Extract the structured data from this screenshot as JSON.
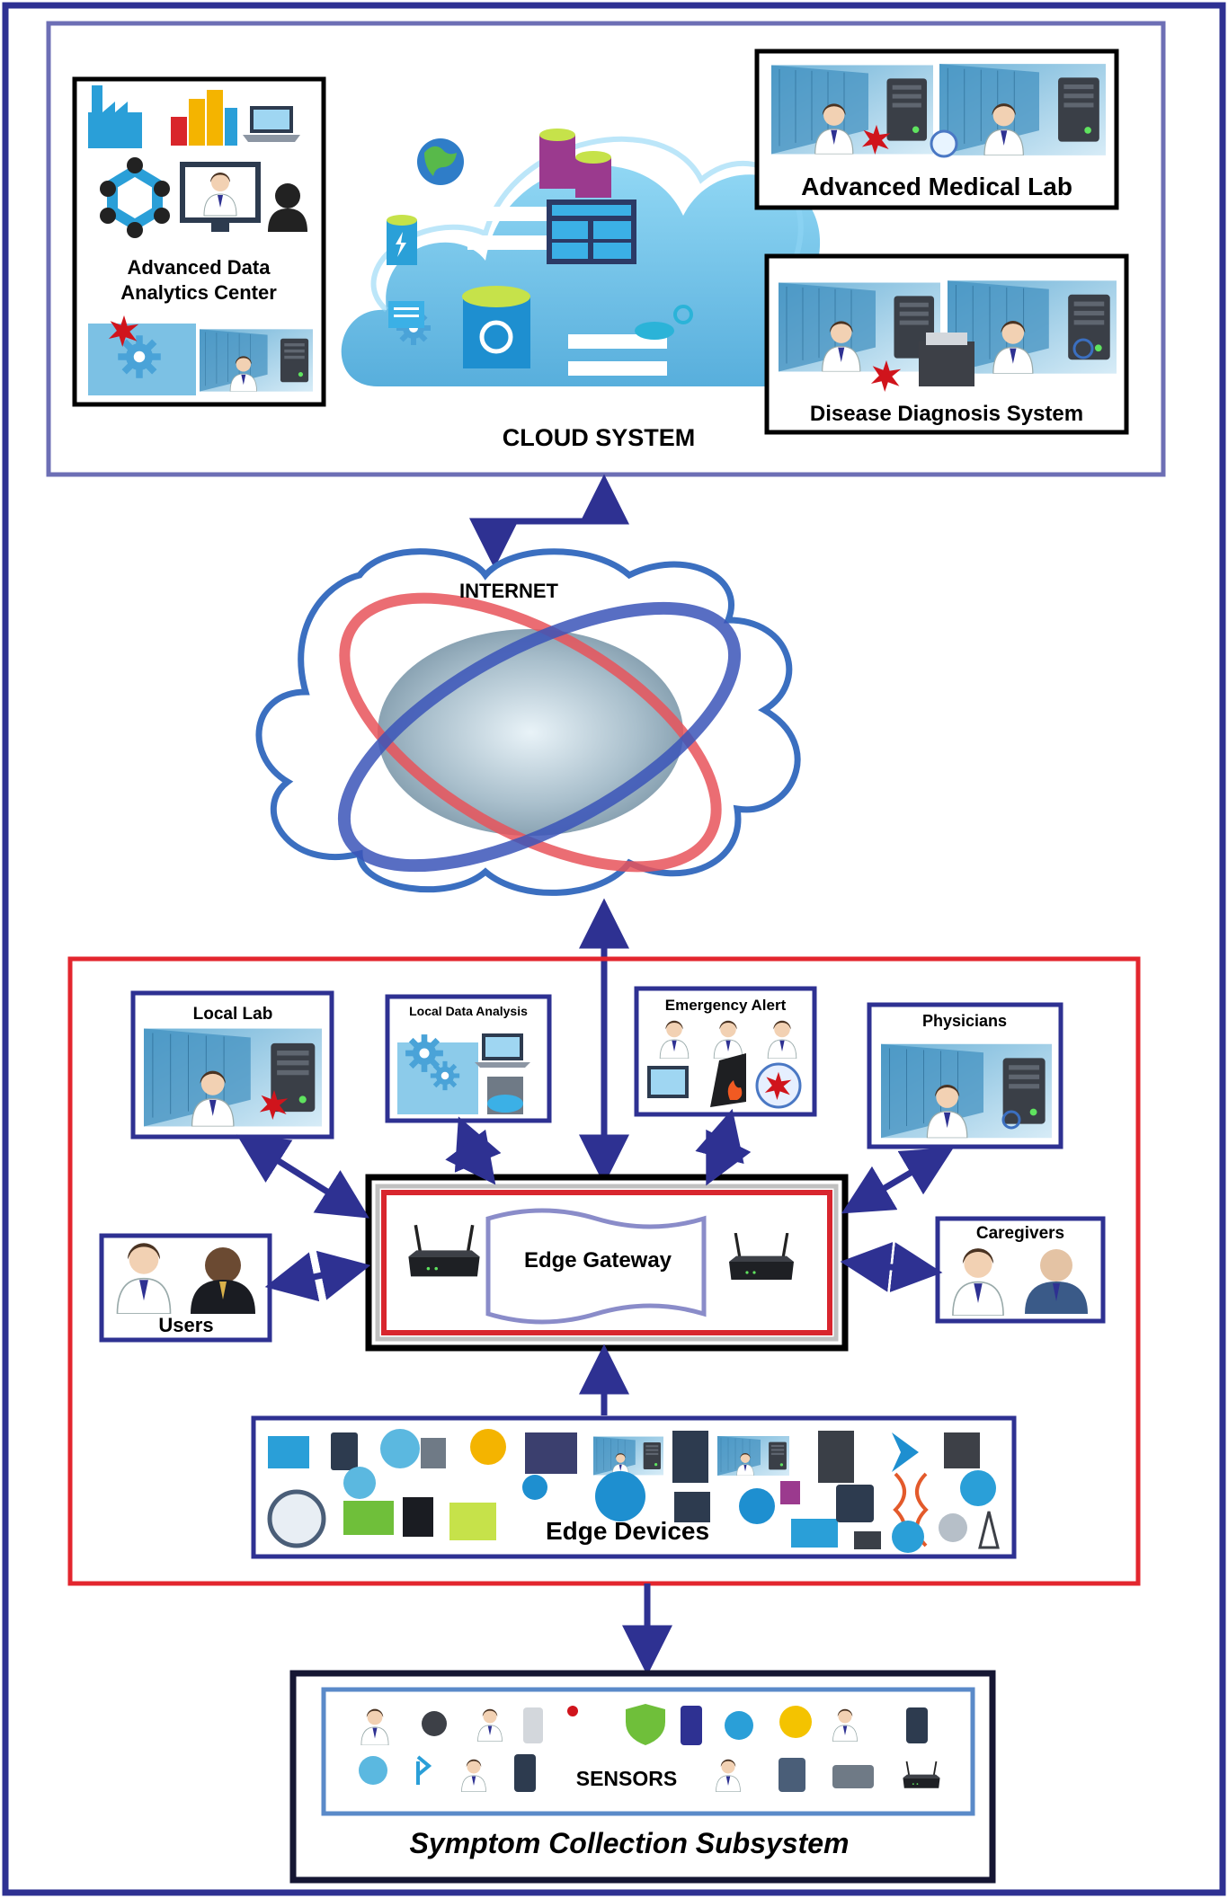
{
  "cloud_system": {
    "title": "CLOUD SYSTEM",
    "analytics_center": {
      "line1": "Advanced Data",
      "line2": "Analytics Center"
    },
    "medical_lab": "Advanced Medical Lab",
    "diagnosis_system": "Disease Diagnosis System"
  },
  "internet": {
    "label": "INTERNET"
  },
  "edge": {
    "local_lab": "Local Lab",
    "local_data_analysis": "Local Data Analysis",
    "emergency_alert": "Emergency Alert",
    "physicians": "Physicians",
    "users": "Users",
    "caregivers": "Caregivers",
    "gateway": "Edge Gateway",
    "devices": "Edge Devices"
  },
  "symptom": {
    "sensors": "SENSORS",
    "title": "Symptom Collection Subsystem"
  },
  "colors": {
    "frame": "#2e3192",
    "cloud_box": "#6d6fb5",
    "edge_box": "#e3262e",
    "arrow": "#2e3192",
    "cloud_fill": "#5bb8e0",
    "internet_outline": "#3b6fc0"
  }
}
